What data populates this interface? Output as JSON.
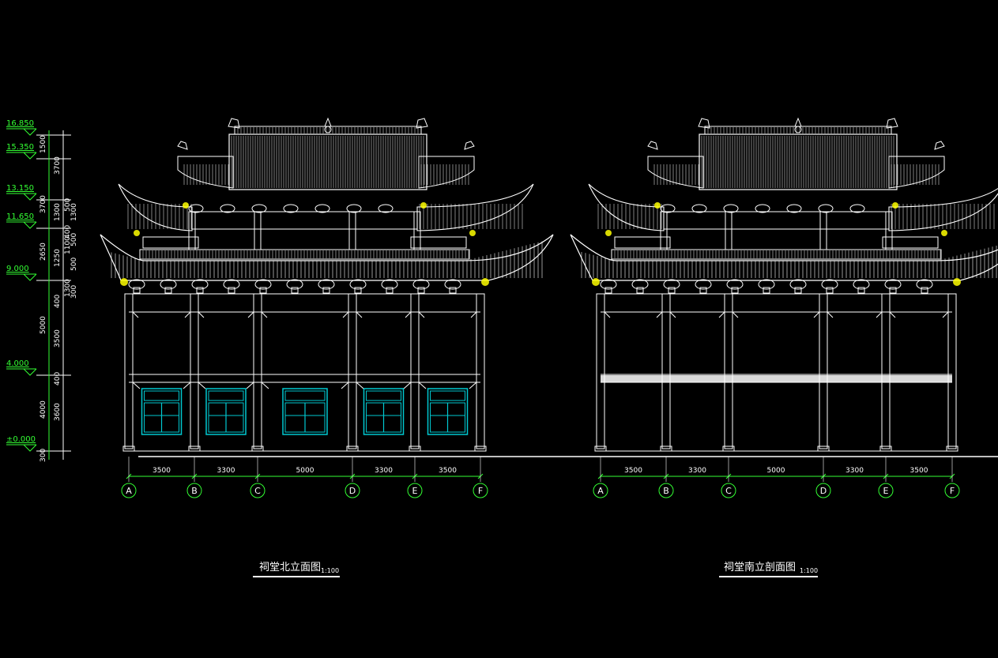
{
  "drawing": {
    "colors": {
      "background": "#000000",
      "line": "#ffffff",
      "level_marks": "#33ff33",
      "windows": "#00c8d0",
      "brackets": "#ffff00"
    }
  },
  "level_marks": [
    "16.850",
    "15.350",
    "13.150",
    "11.650",
    "9.000",
    "4.000",
    "±0.000"
  ],
  "vertical_dims": {
    "outer": [
      "1500",
      "3700",
      "2650",
      "5000",
      "4000",
      "300"
    ],
    "inner": [
      "3700",
      "1300",
      "1250",
      "400",
      "3500",
      "400",
      "3600"
    ],
    "detail": [
      "500",
      "1300",
      "400",
      "500",
      "1100",
      "500",
      "1300",
      "300"
    ]
  },
  "elevations": [
    {
      "title": "祠堂北立面图",
      "scale": "1:100",
      "spans": [
        "3500",
        "3300",
        "5000",
        "3300",
        "3500"
      ],
      "axes": [
        "A",
        "B",
        "C",
        "D",
        "E",
        "F"
      ]
    },
    {
      "title": "祠堂南立剖面图",
      "scale": "1:100",
      "spans": [
        "3500",
        "3300",
        "5000",
        "3300",
        "3500"
      ],
      "axes": [
        "A",
        "B",
        "C",
        "D",
        "E",
        "F"
      ]
    }
  ]
}
